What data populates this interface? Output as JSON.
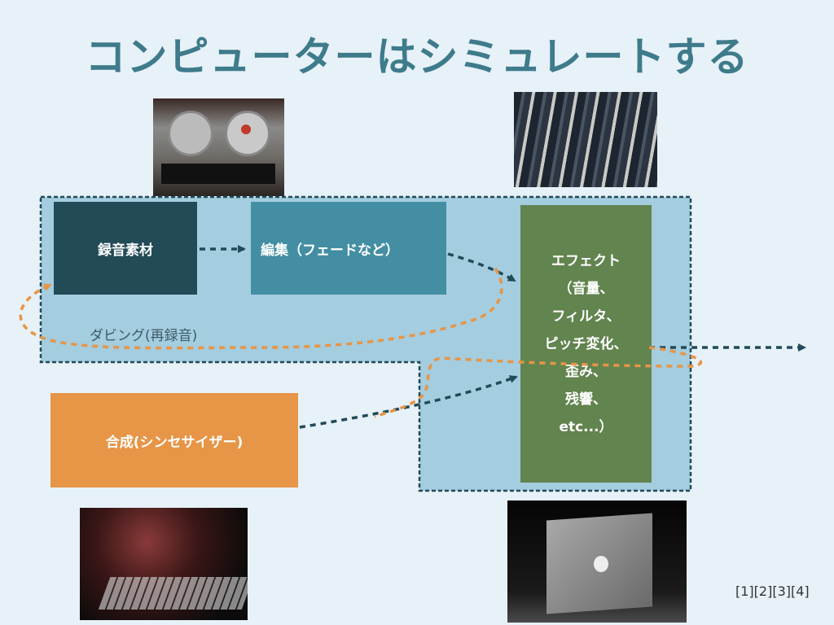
{
  "title": "コンピューターはシミュレートする",
  "boxes": {
    "recording": "録音素材",
    "editing": "編集（フェードなど）",
    "synth": "合成(シンセサイザー)",
    "effect_lines": [
      "エフェクト",
      "（音量、",
      "フィルタ、",
      "ピッチ変化、",
      "歪み、",
      "残響、",
      "etc...）"
    ]
  },
  "dubbing_label": "ダビング(再録音)",
  "references": "[1][2][3][4]",
  "colors": {
    "title": "#3e7b8b",
    "recording": "#224a57",
    "editing": "#438ea3",
    "effect": "#62844f",
    "synth": "#e79546",
    "region": "#a4cde0",
    "navy_arrow": "#224a57",
    "orange_arrow": "#e79546"
  },
  "photos": [
    "reel-to-reel-tape-recorder",
    "mixing-console",
    "synthesizer-keyboard",
    "laptop-computer"
  ]
}
